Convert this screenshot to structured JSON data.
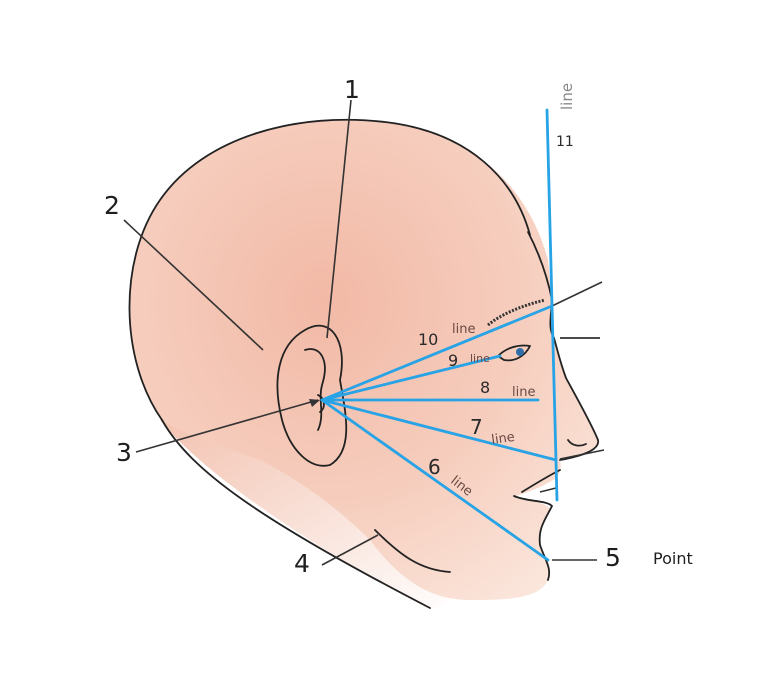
{
  "colors": {
    "reference_line": "#27a3e6",
    "skin": "#f4c5b3",
    "outline": "#222222",
    "label": "#1e1e1e"
  },
  "callouts": {
    "c1": "1",
    "c2": "2",
    "c3": "3",
    "c4": "4",
    "c5": "5",
    "c5_word": "Point"
  },
  "lines": {
    "l6": {
      "number": "6",
      "word": "line"
    },
    "l7": {
      "number": "7",
      "word": "line"
    },
    "l8": {
      "number": "8",
      "word": "line"
    },
    "l9": {
      "number": "9",
      "word": "line"
    },
    "l10": {
      "number": "10",
      "word": "line"
    },
    "l11": {
      "number": "11",
      "word": "line"
    }
  }
}
